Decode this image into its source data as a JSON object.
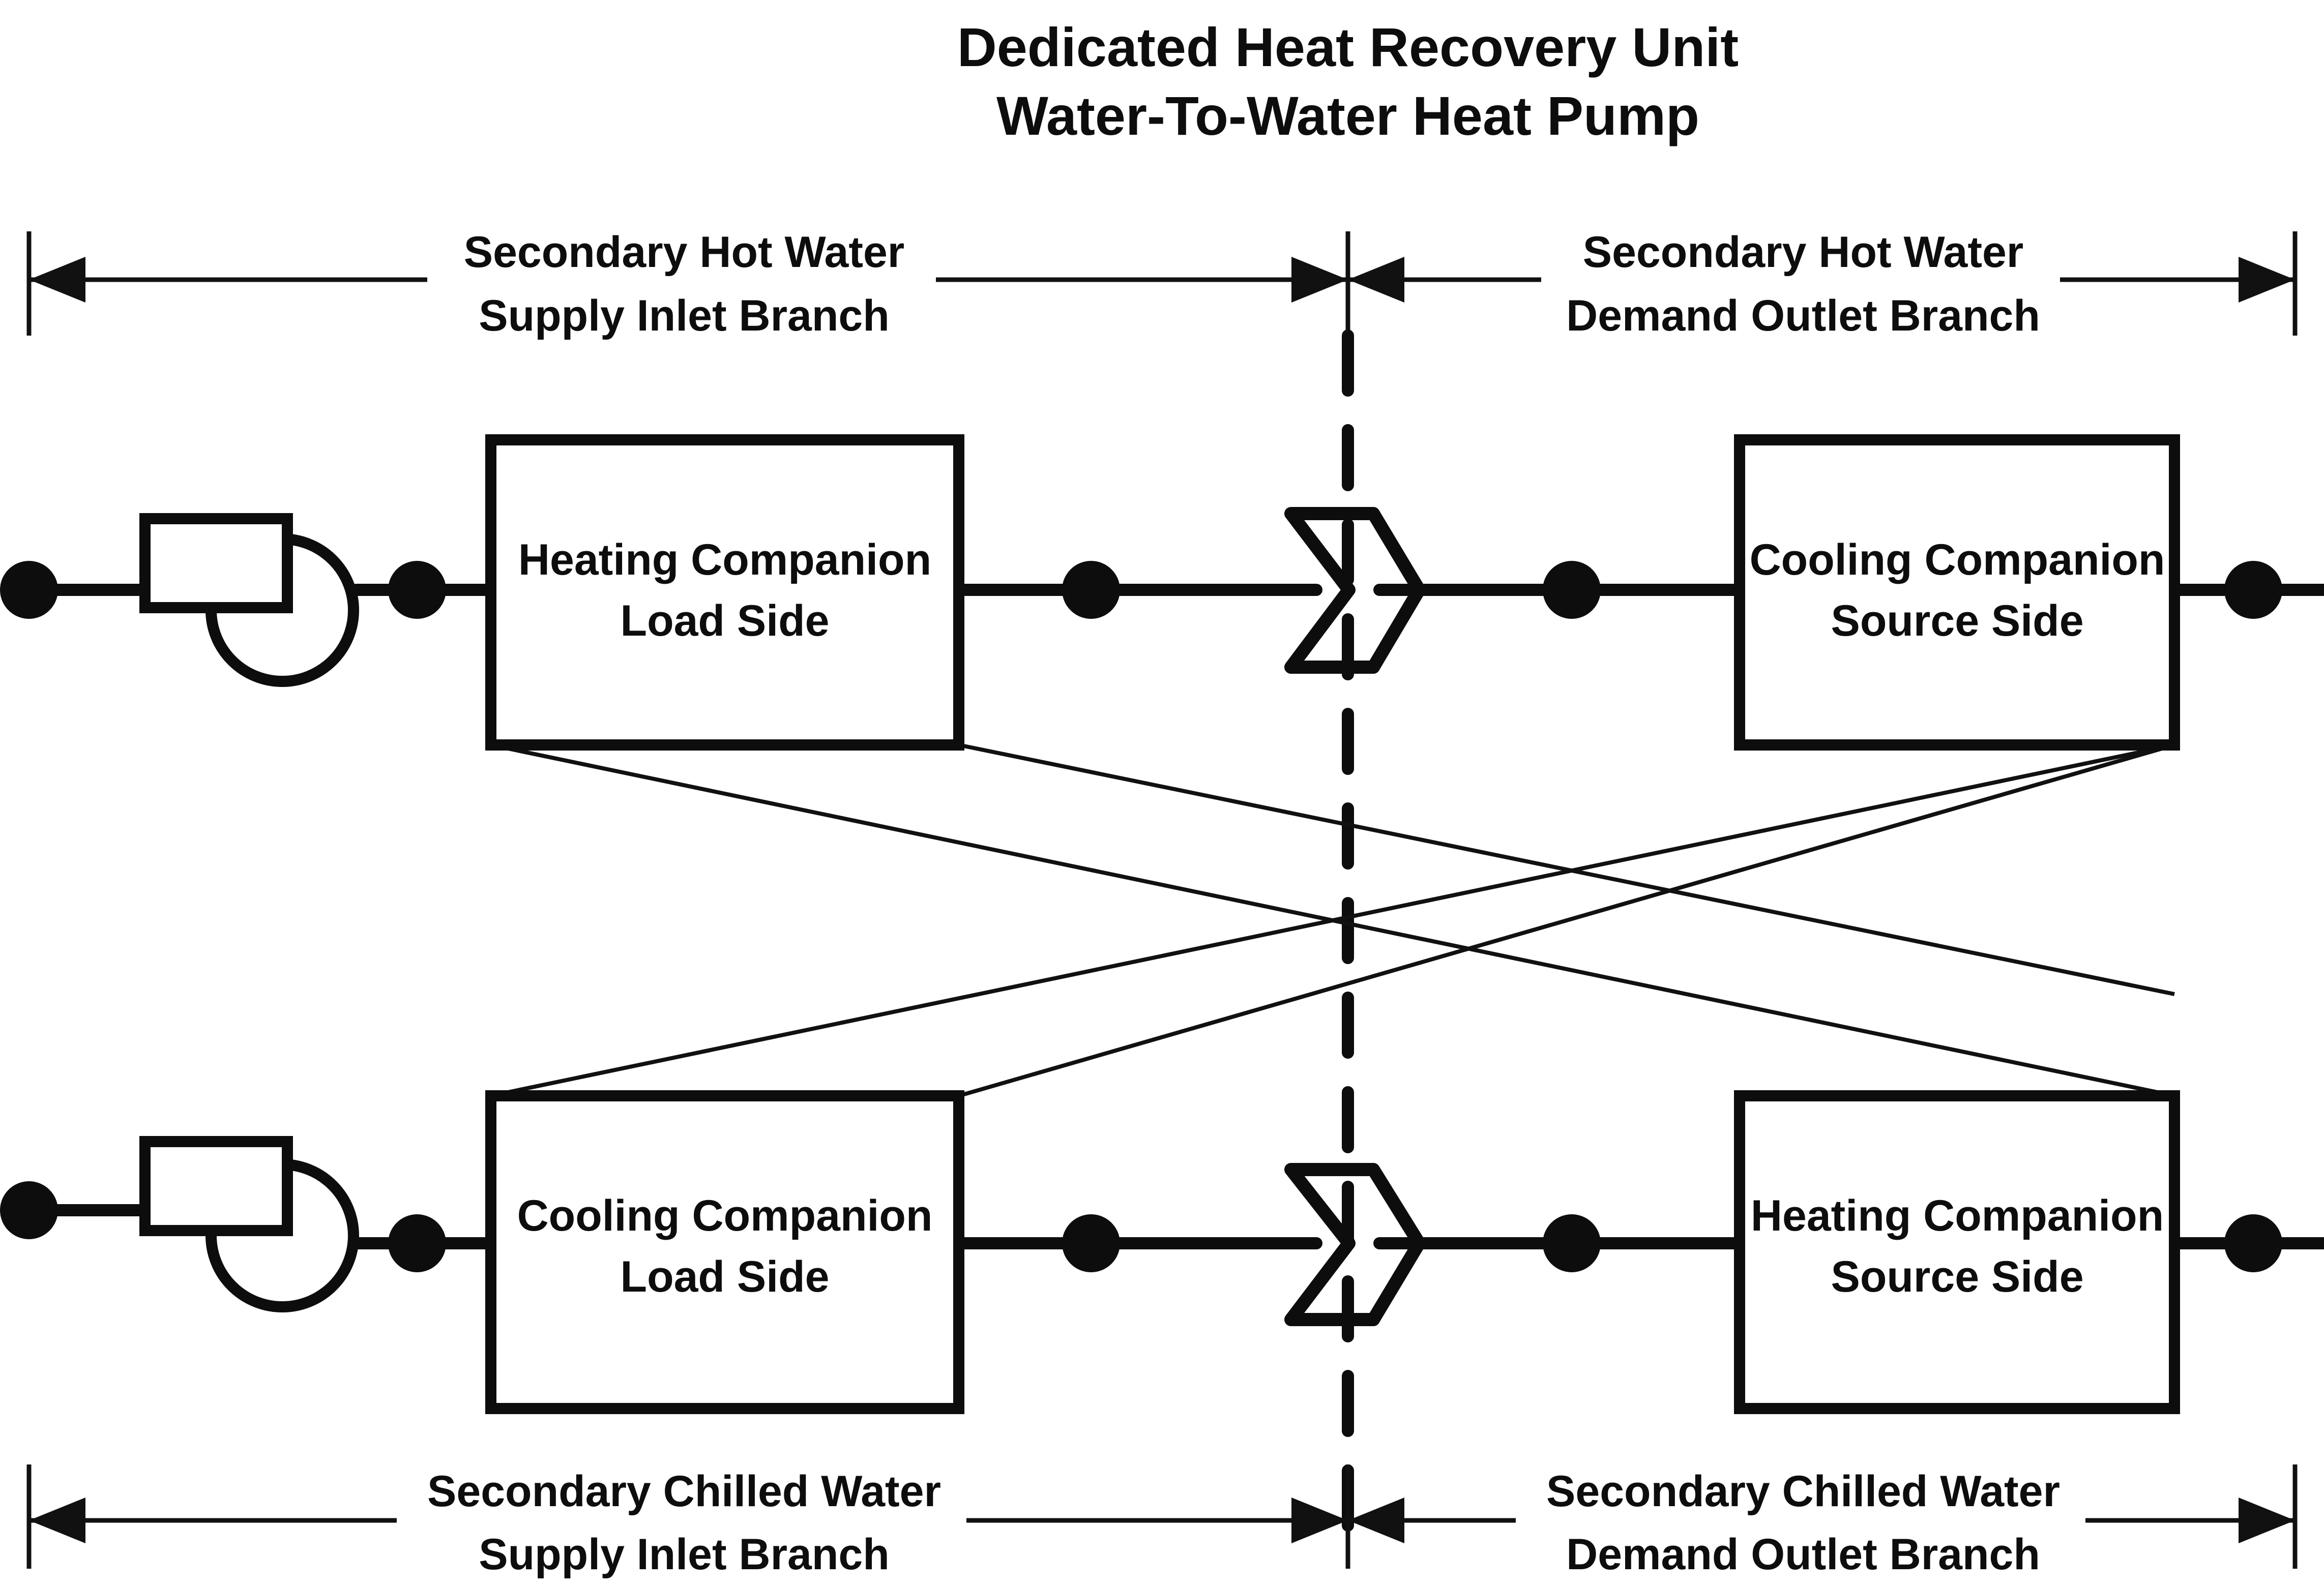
{
  "diagram": {
    "title_line1": "Dedicated Heat Recovery Unit",
    "title_line2": "Water-To-Water Heat Pump",
    "colors": {
      "stroke": "#0d0d0d",
      "background": "#ffffff",
      "thin_line": "#111111"
    },
    "dimensions": {
      "top_left": {
        "line1": "Secondary Hot Water",
        "line2": "Supply Inlet Branch"
      },
      "top_right": {
        "line1": "Secondary Hot Water",
        "line2": "Demand Outlet Branch"
      },
      "bottom_left": {
        "line1": "Secondary Chilled Water",
        "line2": "Supply Inlet Branch"
      },
      "bottom_right": {
        "line1": "Secondary Chilled Water",
        "line2": "Demand Outlet Branch"
      }
    },
    "boxes": {
      "top_left": {
        "line1": "Heating Companion",
        "line2": "Load Side"
      },
      "top_right": {
        "line1": "Cooling Companion",
        "line2": "Source Side"
      },
      "bottom_left": {
        "line1": "Cooling Companion",
        "line2": "Load Side"
      },
      "bottom_right": {
        "line1": "Heating Companion",
        "line2": "Source Side"
      }
    },
    "symbols": {
      "pump": "pump-symbol",
      "check_valve": "check-valve-arrow",
      "node": "node-dot",
      "divider": "dashed-divider-line",
      "refrigerant_link": "refrigerant-crossover-line"
    },
    "symbol_counts": {
      "pumps": 2,
      "check_valves": 2,
      "node_dots": 10,
      "heat_exchanger_boxes": 4,
      "crossover_lines": 4
    }
  }
}
